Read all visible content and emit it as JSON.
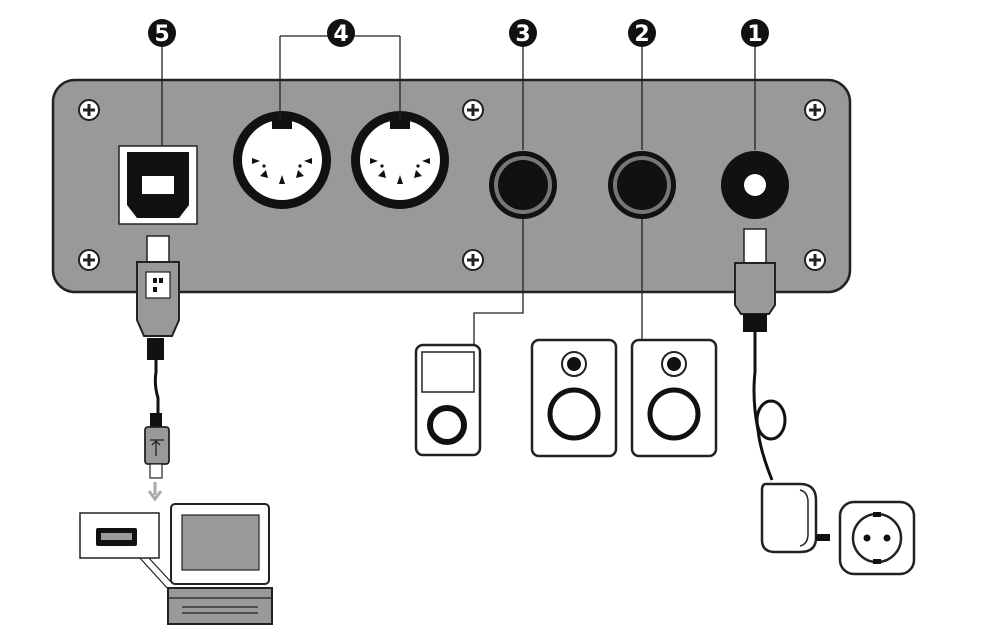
{
  "markers": [
    {
      "id": "power",
      "label": "1"
    },
    {
      "id": "stereo",
      "label": "2"
    },
    {
      "id": "audio",
      "label": "3"
    },
    {
      "id": "midi",
      "label": "4"
    },
    {
      "id": "usb",
      "label": "5"
    }
  ],
  "icons": {
    "screw": "screw-icon",
    "usb_b_port": "usb-b-port-icon",
    "midi_din": "midi-din-socket-icon",
    "audio_jack": "audio-jack-icon",
    "power_jack": "power-jack-icon",
    "media_player": "media-player-icon",
    "speaker": "speaker-icon",
    "power_adapter": "power-adapter-icon",
    "wall_socket": "wall-socket-icon",
    "computer": "computer-icon"
  },
  "colors": {
    "panel": "#999999",
    "panel_stroke": "#222222",
    "marker_bg": "#111111",
    "line": "#222222",
    "arrow": "#aaaaaa"
  }
}
